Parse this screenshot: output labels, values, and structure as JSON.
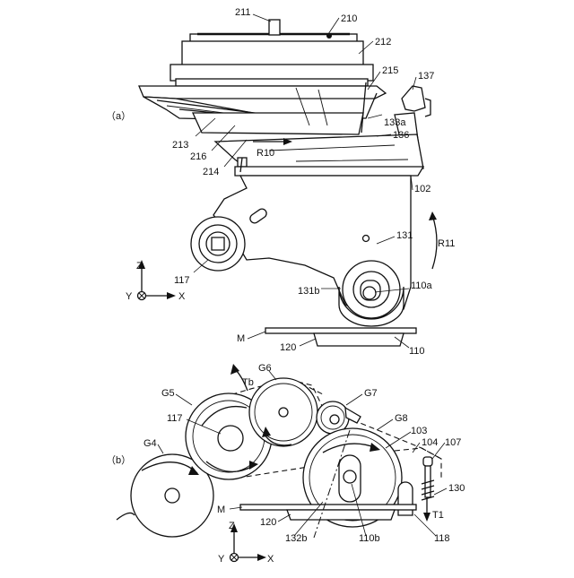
{
  "panels": {
    "a": {
      "label": "（a）",
      "refs": {
        "r211": "211",
        "r210": "210",
        "r212": "212",
        "r215": "215",
        "r137": "137",
        "r133a": "133a",
        "r136": "136",
        "r213": "213",
        "r216": "216",
        "r214": "214",
        "r10": "R10",
        "r102": "102",
        "r131": "131",
        "r11": "R11",
        "r117": "117",
        "r131b": "131b",
        "r110a": "110a",
        "rM": "M",
        "r120": "120",
        "r110": "110"
      },
      "axes": {
        "z": "Z",
        "y": "Y",
        "x": "X"
      }
    },
    "b": {
      "label": "（b）",
      "refs": {
        "tb": "Tb",
        "g6": "G6",
        "g5": "G5",
        "g7": "G7",
        "r117": "117",
        "g8": "G8",
        "r103": "103",
        "r104": "104",
        "r107": "107",
        "g4": "G4",
        "r130": "130",
        "rM": "M",
        "t1": "T1",
        "r120": "120",
        "r132b": "132b",
        "r110b": "110b",
        "r118": "118"
      },
      "axes": {
        "z": "Z",
        "y": "Y",
        "x": "X"
      }
    }
  }
}
